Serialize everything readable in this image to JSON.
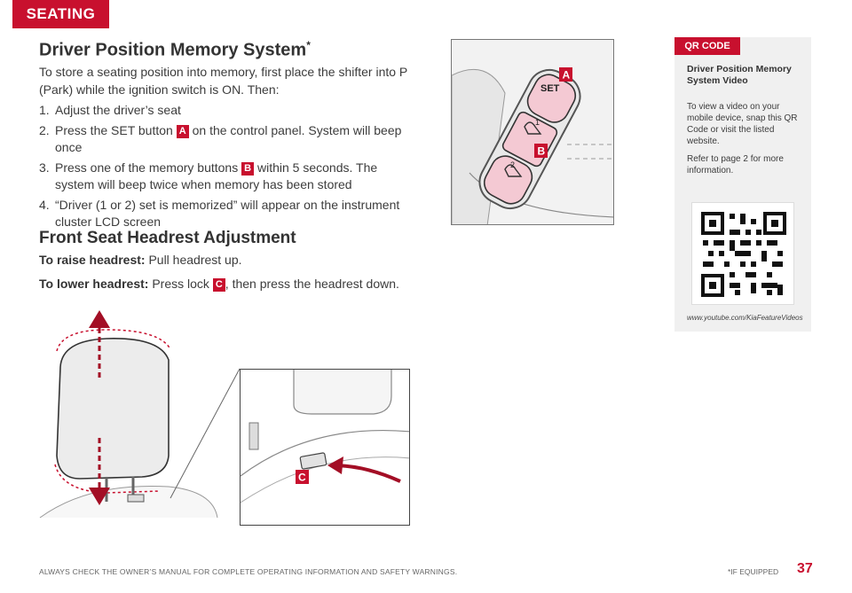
{
  "section_tab": "SEATING",
  "memory": {
    "title": "Driver Position Memory System",
    "title_mark": "*",
    "intro": "To store a seating position into memory, first place the shifter into P (Park) while the ignition switch is ON. Then:",
    "steps": [
      {
        "num": "1.",
        "pre": "Adjust the driver’s seat",
        "badge": "",
        "post": ""
      },
      {
        "num": "2.",
        "pre": "Press the SET button ",
        "badge": "A",
        "post": " on the control panel. System will beep once"
      },
      {
        "num": "3.",
        "pre": "Press one of the memory buttons ",
        "badge": "B",
        "post": " within 5 seconds. The system will beep twice when memory has been stored"
      },
      {
        "num": "4.",
        "pre": "“Driver (1 or 2) set is memorized” will appear on the instrument cluster LCD screen",
        "badge": "",
        "post": ""
      }
    ]
  },
  "headrest": {
    "title": "Front Seat Headrest Adjustment",
    "raise_label": "To raise headrest:",
    "raise_text": " Pull headrest up.",
    "lower_label": "To lower headrest:",
    "lower_pre": " Press lock ",
    "lower_badge": "C",
    "lower_post": ", then press the headrest down."
  },
  "panel_image": {
    "set_label": "SET",
    "button1_label": "1",
    "button2_label": "2",
    "callout_a": "A",
    "callout_b": "B"
  },
  "headrest_image": {
    "callout_c": "C"
  },
  "qr": {
    "tag": "QR CODE",
    "title": "Driver Position Memory System Video",
    "text1": "To view a video on your mobile device, snap this QR Code or visit the listed website.",
    "text2": "Refer to page 2 for more information.",
    "url": "www.youtube.com/KiaFeatureVideos"
  },
  "footer": {
    "disclaimer": "ALWAYS CHECK THE OWNER’S MANUAL FOR COMPLETE OPERATING INFORMATION AND SAFETY WARNINGS.",
    "note": "*IF EQUIPPED",
    "page": "37"
  },
  "colors": {
    "accent": "#c8102e",
    "button_fill": "#f4c9d3",
    "panel_bg": "#f2f2f2"
  }
}
